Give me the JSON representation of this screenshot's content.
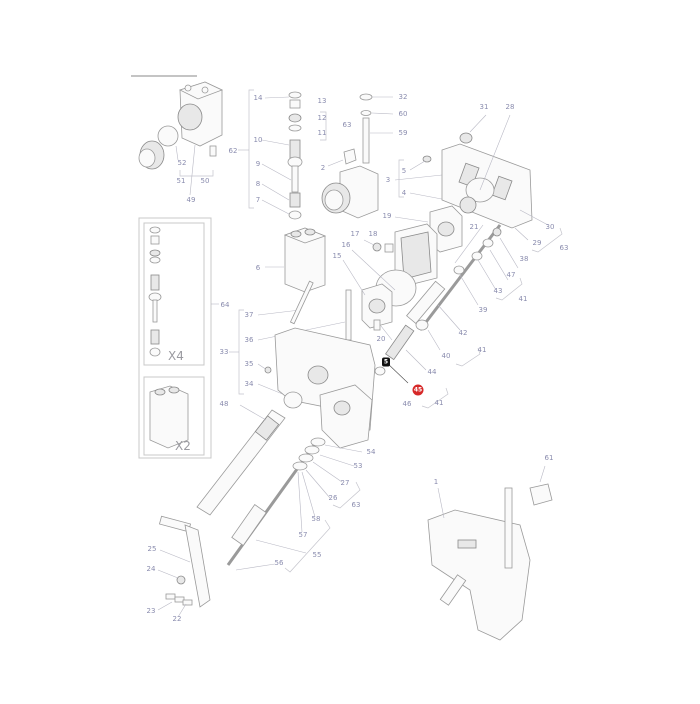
{
  "diagram": {
    "type": "exploded-parts-diagram",
    "colors": {
      "label_text": "#8a8cae",
      "line_art": "#9a9a9a",
      "highlight_badge": "#d62828",
      "marker_badge": "#111111",
      "background": "#ffffff"
    },
    "highlight": {
      "label": "45",
      "color": "#d62828"
    },
    "marker": {
      "label": "5"
    },
    "kit_panels": [
      {
        "id": "valve-kit",
        "multiplier": "X4",
        "ref_label": "64"
      },
      {
        "id": "block-kit",
        "multiplier": "X2",
        "ref_label": "64"
      }
    ],
    "labels": [
      {
        "text": "52"
      },
      {
        "text": "51"
      },
      {
        "text": "50"
      },
      {
        "text": "49"
      },
      {
        "text": "14"
      },
      {
        "text": "13"
      },
      {
        "text": "12"
      },
      {
        "text": "11"
      },
      {
        "text": "10"
      },
      {
        "text": "9"
      },
      {
        "text": "8"
      },
      {
        "text": "7"
      },
      {
        "text": "62"
      },
      {
        "text": "63"
      },
      {
        "text": "32"
      },
      {
        "text": "60"
      },
      {
        "text": "59"
      },
      {
        "text": "2"
      },
      {
        "text": "31"
      },
      {
        "text": "28"
      },
      {
        "text": "5"
      },
      {
        "text": "3"
      },
      {
        "text": "4"
      },
      {
        "text": "30"
      },
      {
        "text": "29"
      },
      {
        "text": "63"
      },
      {
        "text": "19"
      },
      {
        "text": "21"
      },
      {
        "text": "38"
      },
      {
        "text": "47"
      },
      {
        "text": "43"
      },
      {
        "text": "41"
      },
      {
        "text": "39"
      },
      {
        "text": "17"
      },
      {
        "text": "18"
      },
      {
        "text": "16"
      },
      {
        "text": "15"
      },
      {
        "text": "6"
      },
      {
        "text": "64"
      },
      {
        "text": "37"
      },
      {
        "text": "36"
      },
      {
        "text": "33"
      },
      {
        "text": "35"
      },
      {
        "text": "34"
      },
      {
        "text": "20"
      },
      {
        "text": "42"
      },
      {
        "text": "40"
      },
      {
        "text": "41"
      },
      {
        "text": "44"
      },
      {
        "text": "46"
      },
      {
        "text": "41"
      },
      {
        "text": "48"
      },
      {
        "text": "54"
      },
      {
        "text": "53"
      },
      {
        "text": "27"
      },
      {
        "text": "26"
      },
      {
        "text": "63"
      },
      {
        "text": "58"
      },
      {
        "text": "57"
      },
      {
        "text": "55"
      },
      {
        "text": "56"
      },
      {
        "text": "25"
      },
      {
        "text": "24"
      },
      {
        "text": "23"
      },
      {
        "text": "22"
      },
      {
        "text": "1"
      },
      {
        "text": "61"
      }
    ]
  }
}
